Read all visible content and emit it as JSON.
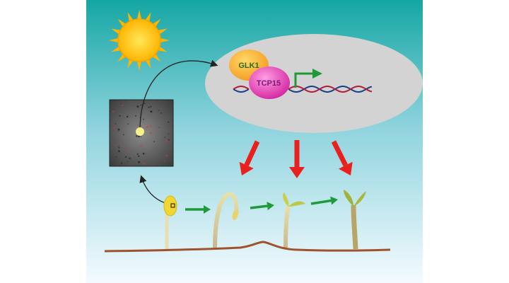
{
  "nucleus": {
    "proteins": [
      {
        "label": "GLK1",
        "text_color": "#2e6b1e"
      },
      {
        "label": "TCP15",
        "text_color": "#7a1a7a"
      }
    ]
  },
  "colors": {
    "sky_top": "#1aaaa6",
    "sky_bottom": "#eaf6ff",
    "sun": "#ffd21a",
    "nucleus": "#d2d2d2",
    "transcription_arrow": "#1f9a3a",
    "regulation_arrows": "#e8211e",
    "growth_arrows": "#1f9a3a",
    "soil": "#a0522d",
    "connector_arrows": "#222222"
  },
  "icons": [
    "sun-icon",
    "micrograph-image",
    "dna-strand",
    "seedling-stage"
  ],
  "seedling_stages": [
    "seed-emerging",
    "hook",
    "opening-cotyledons",
    "green-seedling"
  ]
}
